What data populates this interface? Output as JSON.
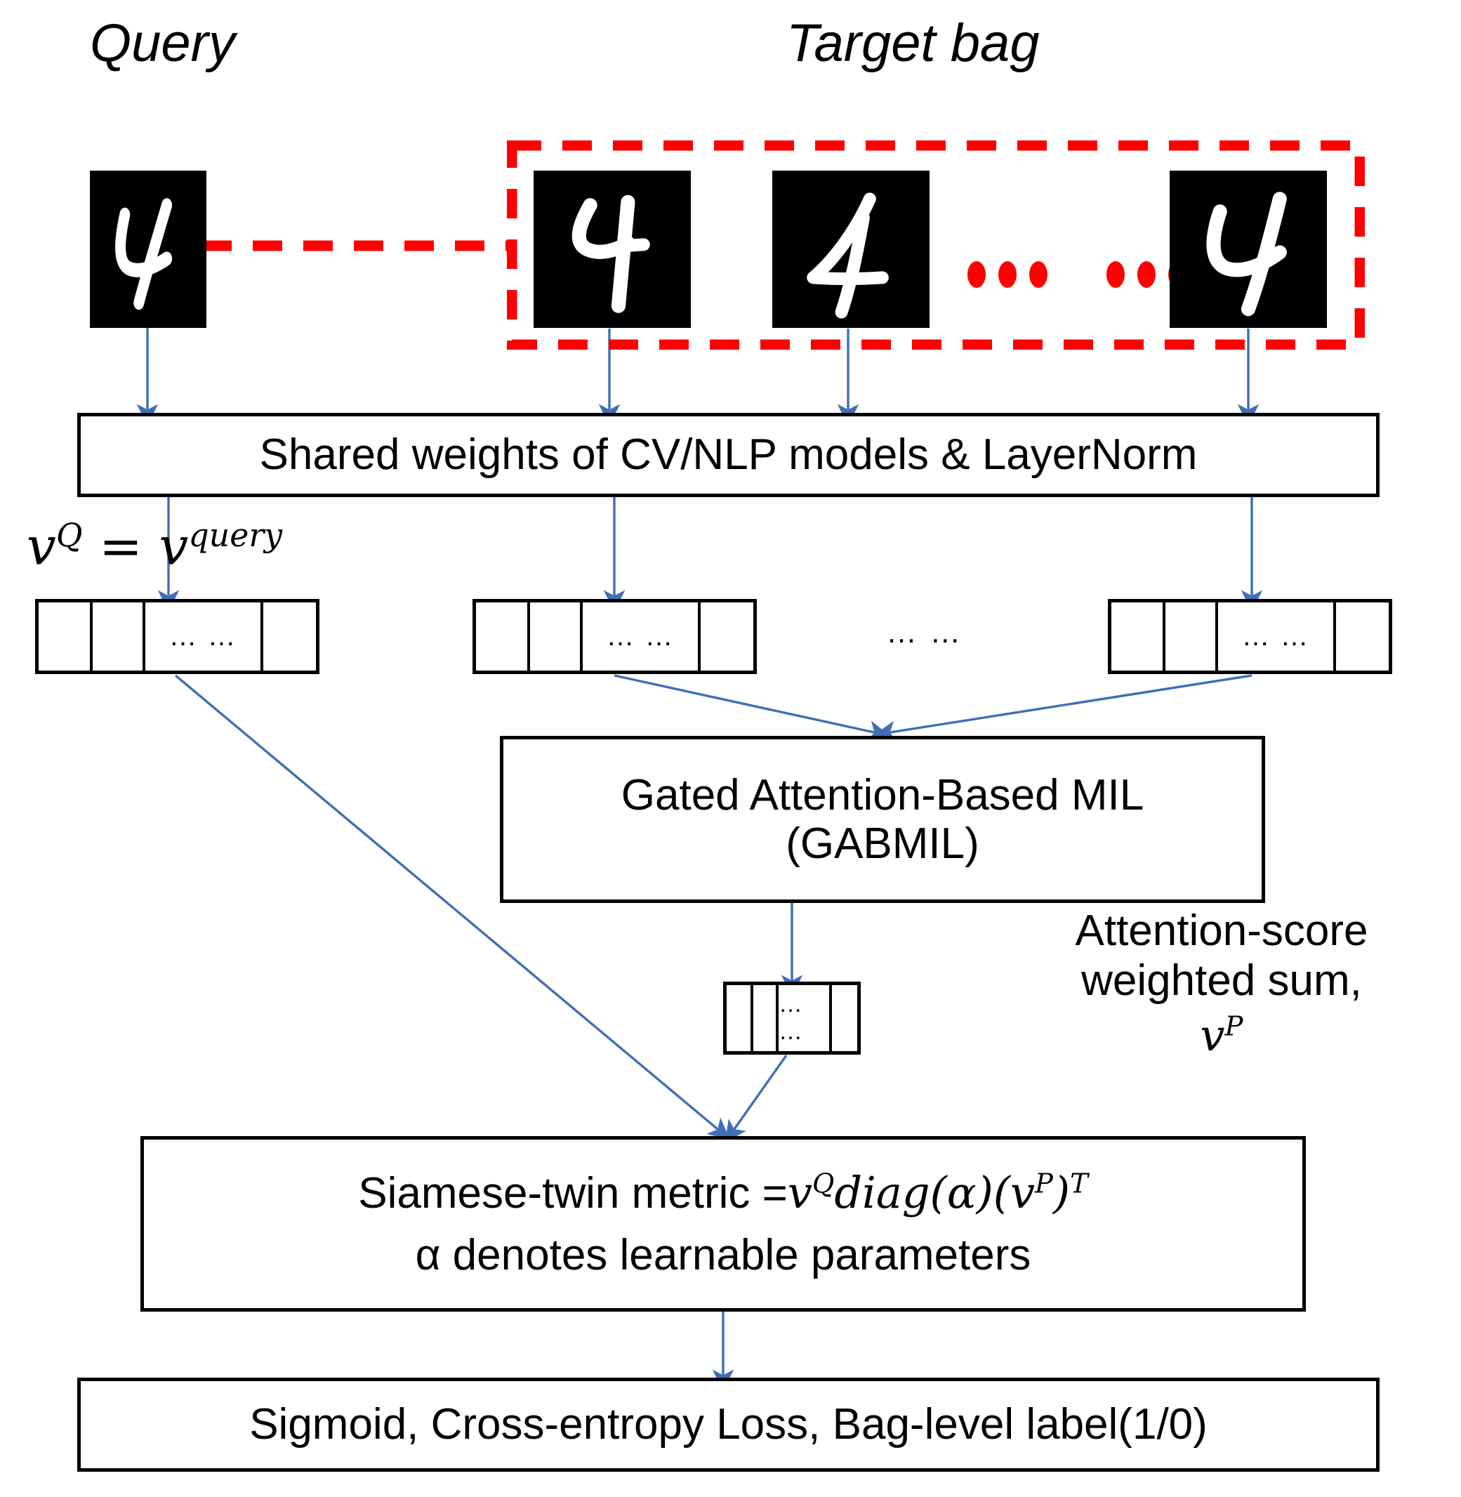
{
  "headings": {
    "query": "Query",
    "target_bag": "Target bag"
  },
  "target_bag": {
    "ellipsis": "… …",
    "instances": [
      "4",
      "4",
      "4"
    ],
    "highlight_color": "#FF0000"
  },
  "query": {
    "instance": "4",
    "link_style": "dashed",
    "link_color": "#FF0000"
  },
  "boxes": {
    "encoder": "Shared weights of CV/NLP models & LayerNorm",
    "gabmil_line1": "Gated Attention-Based MIL",
    "gabmil_line2": "(GABMIL)",
    "siamese_line1_prefix": "Siamese-twin metric = ",
    "siamese_line1_math": "v",
    "siamese_line1_full": "Siamese-twin metric = v^Q diag(α)(v^P)^T",
    "siamese_line2": "α denotes learnable parameters",
    "loss": "Sigmoid, Cross-entropy Loss, Bag-level label(1/0)"
  },
  "vectors": {
    "ellipsis": "… …",
    "query_label_plain": "v^Q = v^query",
    "query_label": {
      "v1": "v",
      "sup1": "Q",
      "eq": " = ",
      "v2": "v",
      "sup2": "query"
    },
    "pooled_label": {
      "line1": "Attention-score",
      "line2": "weighted sum,",
      "symbol_v": "v",
      "symbol_sup": "P"
    },
    "cells_per_vector": 4
  },
  "math_symbols": {
    "v": "v",
    "Q": "Q",
    "P": "P",
    "T": "T",
    "alpha": "α",
    "diag": "diag",
    "equals": "=",
    "lparen": "(",
    "rparen": ")"
  },
  "colors": {
    "arrow": "#3F6FB5",
    "red": "#FF0000",
    "box_border": "#000000",
    "digit_bg": "#000000",
    "digit_stroke": "#FFFFFF"
  }
}
